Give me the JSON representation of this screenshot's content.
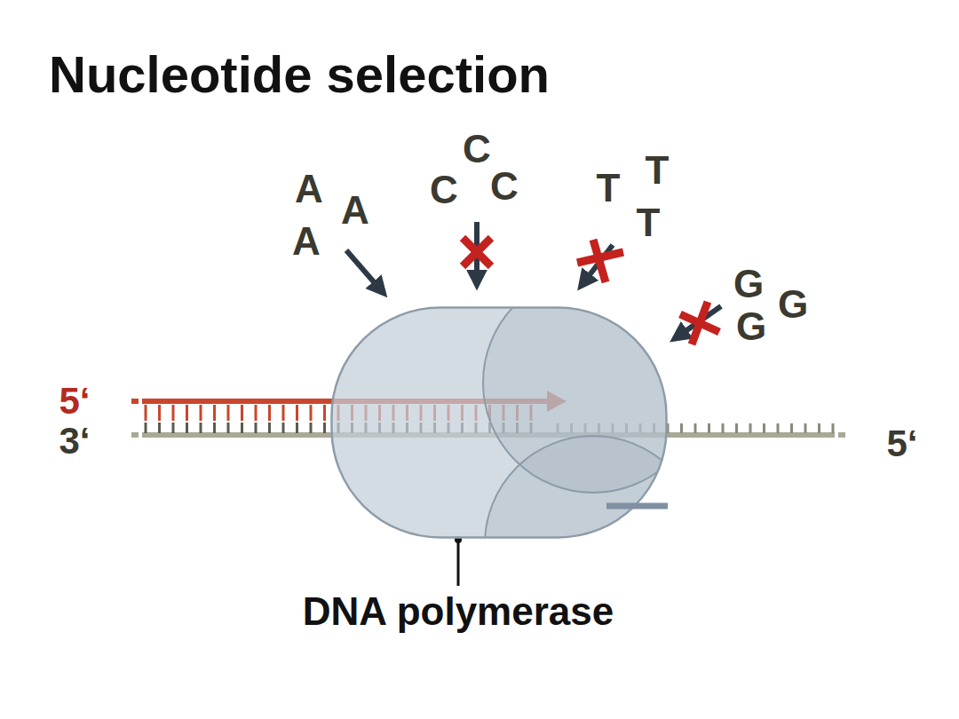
{
  "diagram": {
    "title": "Nucleotide selection",
    "nodes": [
      {
        "text": [
          "DNA polymerase"
        ]
      }
    ],
    "labels": [
      "5‘",
      "3‘",
      "5‘",
      "A",
      "A",
      "A",
      "C",
      "C",
      "C",
      "T",
      "T",
      "T",
      "G",
      "G",
      "G"
    ]
  }
}
